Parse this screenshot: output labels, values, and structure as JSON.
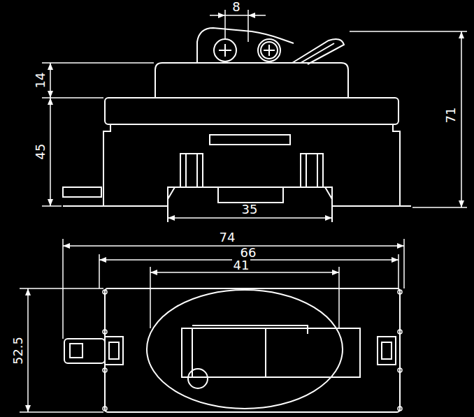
{
  "diagram": {
    "labels": [
      "8",
      "14",
      "45",
      "71",
      "35",
      "74",
      "66",
      "41",
      "52.5"
    ]
  }
}
